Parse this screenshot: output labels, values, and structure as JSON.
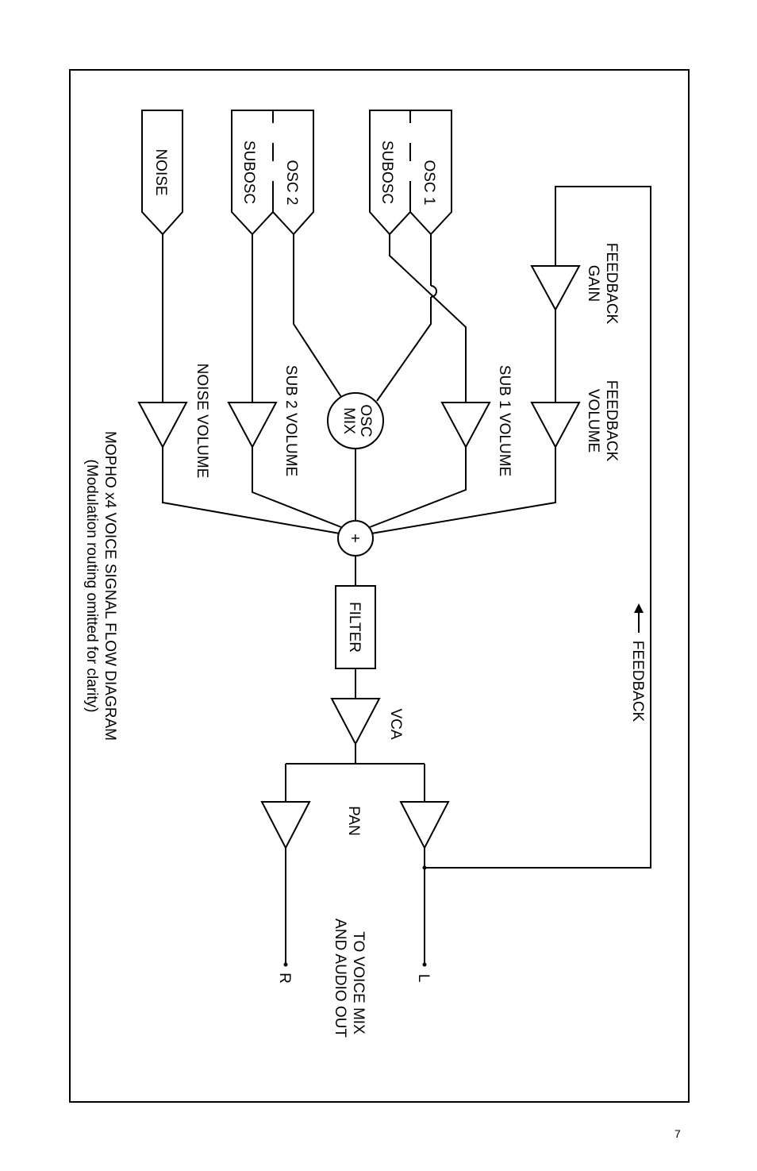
{
  "labels": {
    "noise": "NOISE",
    "osc2": "OSC 2",
    "subosc2": "SUBOSC",
    "osc1": "OSC 1",
    "subosc1": "SUBOSC",
    "feedback_gain_1": "FEEDBACK",
    "feedback_gain_2": "GAIN",
    "feedback_volume_1": "FEEDBACK",
    "feedback_volume_2": "VOLUME",
    "sub1_volume": "SUB 1 VOLUME",
    "osc_mix_1": "OSC",
    "osc_mix_2": "MIX",
    "sub2_volume": "SUB 2 VOLUME",
    "noise_volume": "NOISE VOLUME",
    "title": "MOPHO x4 VOICE SIGNAL FLOW DIAGRAM",
    "subtitle": "(Modulation routing omitted for clarity)",
    "sum": "+",
    "filter": "FILTER",
    "feedback": "FEEDBACK",
    "vca": "VCA",
    "pan": "PAN",
    "out_1": "TO VOICE MIX",
    "out_2": "AND AUDIO OUT",
    "left": "L",
    "right": "R"
  },
  "page_number": "7"
}
